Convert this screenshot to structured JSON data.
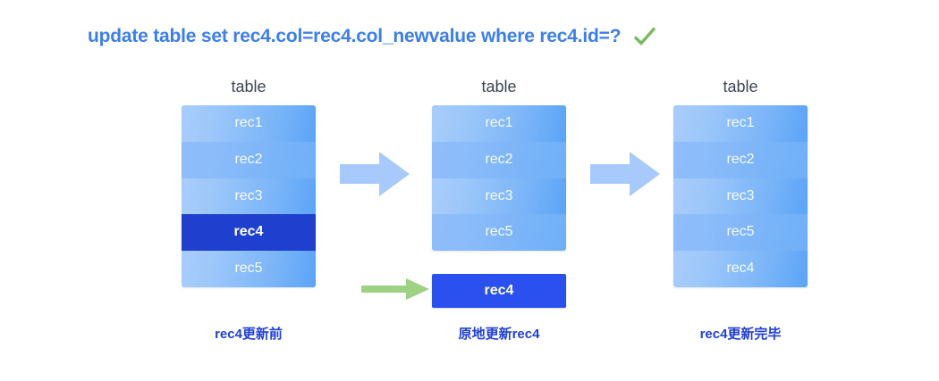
{
  "title": {
    "statement": "update table set rec4.col=rec4.col_newvalue where rec4.id=?",
    "status_icon": "green-check-icon",
    "accent_color": "#3b7ef0",
    "check_color": "#77bb5c"
  },
  "palette": {
    "row_blue_light": "#a8cdfb",
    "row_blue_dark": "#5aa4f7",
    "highlight_blue": "#1f3fcf",
    "detached_blue": "#2a50ef",
    "arrow_blue": "#a7c9fb",
    "arrow_green": "#9ed182",
    "caption_blue": "#1f3fd8",
    "table_label_gray": "#3d4452",
    "background": "#ffffff"
  },
  "columns": [
    {
      "id": "before",
      "table_label": "table",
      "rows": [
        {
          "label": "rec1",
          "state": "normal"
        },
        {
          "label": "rec2",
          "state": "normal"
        },
        {
          "label": "rec3",
          "state": "normal"
        },
        {
          "label": "rec4",
          "state": "highlight"
        },
        {
          "label": "rec5",
          "state": "normal"
        }
      ],
      "caption": "rec4更新前"
    },
    {
      "id": "during",
      "table_label": "table",
      "rows": [
        {
          "label": "rec1",
          "state": "normal"
        },
        {
          "label": "rec2",
          "state": "normal"
        },
        {
          "label": "rec3",
          "state": "normal"
        },
        {
          "label": "rec5",
          "state": "normal"
        }
      ],
      "detached_row": {
        "label": "rec4",
        "state": "updated"
      },
      "caption": "原地更新rec4"
    },
    {
      "id": "after",
      "table_label": "table",
      "rows": [
        {
          "label": "rec1",
          "state": "normal"
        },
        {
          "label": "rec2",
          "state": "normal"
        },
        {
          "label": "rec3",
          "state": "normal"
        },
        {
          "label": "rec5",
          "state": "normal"
        },
        {
          "label": "rec4",
          "state": "normal"
        }
      ],
      "caption": "rec4更新完毕"
    }
  ],
  "arrows": [
    {
      "id": "step-1-to-2",
      "icon": "right-block-arrow-icon",
      "color": "#a7c9fb"
    },
    {
      "id": "step-2-to-3",
      "icon": "right-block-arrow-icon",
      "color": "#a7c9fb"
    },
    {
      "id": "inplace-update",
      "icon": "right-thin-arrow-icon",
      "color": "#9ed182"
    }
  ]
}
